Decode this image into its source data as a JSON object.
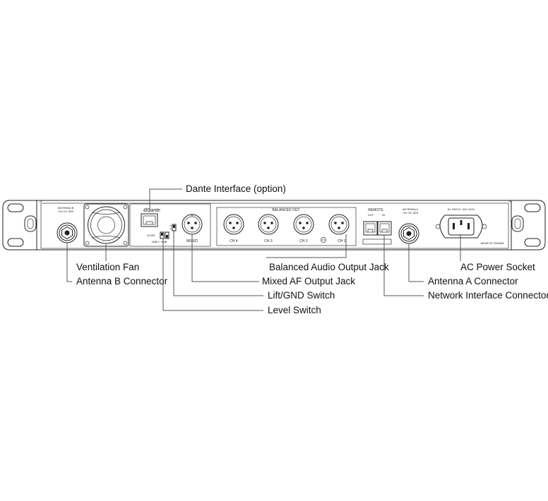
{
  "callouts": {
    "dante_interface": "Dante Interface (option)",
    "ventilation_fan": "Ventilation Fan",
    "antenna_b_connector": "Antenna B Connector",
    "balanced_audio_output_jack": "Balanced Audio Output Jack",
    "mixed_af_output_jack": "Mixed AF Output Jack",
    "lift_gnd_switch": "Lift/GND Switch",
    "level_switch": "Level Switch",
    "ac_power_socket": "AC Power Socket",
    "antenna_a_connector": "Antenna A Connector",
    "network_interface_connector": "Network Interface Connector"
  },
  "panel_labels": {
    "antenna_b_line1": "ANTENNA B",
    "antenna_b_line2": "+9V DC 50Ω",
    "dante_logo": "⚙Dante",
    "level": "LEVEL",
    "level_values": "-6dB 0 +6dB",
    "mixed": "MIXED",
    "balanced_out": "BALANCED OUT",
    "ch4": "CH 4",
    "ch3": "CH 3",
    "ch2": "CH 2",
    "ch1": "CH 1",
    "remote": "REMOTE",
    "remote_out": "OUT",
    "remote_in": "IN",
    "antenna_a_line1": "ANTENNA A",
    "antenna_a_line2": "+9V DC 50Ω",
    "ac_input": "AC INPUT: 100~240V",
    "made_in": "MADE IN TAIWAN"
  }
}
